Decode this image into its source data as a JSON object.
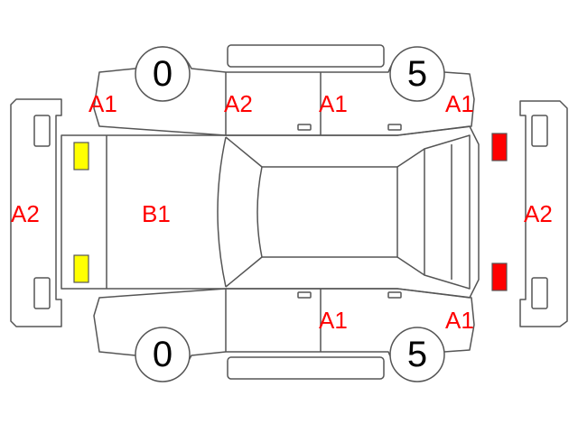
{
  "colors": {
    "outline": "#555555",
    "damage_code": "#ff0000",
    "tire_depth": "#000000",
    "light_yellow": "#ffff00",
    "light_red": "#ff0000"
  },
  "tires": {
    "front_left": "0",
    "front_right": "0",
    "rear_left": "5",
    "rear_right": "5"
  },
  "codes": {
    "front_bumper": "A2",
    "rear_bumper": "A2",
    "left_front_fender": "A1",
    "left_front_door": "A2",
    "left_rear_door": "A1",
    "left_rear_quarter": "A1",
    "hood": "B1",
    "right_rear_door": "A1",
    "right_rear_quarter": "A1"
  },
  "lights": {
    "front": "yellow",
    "rear": "red"
  }
}
